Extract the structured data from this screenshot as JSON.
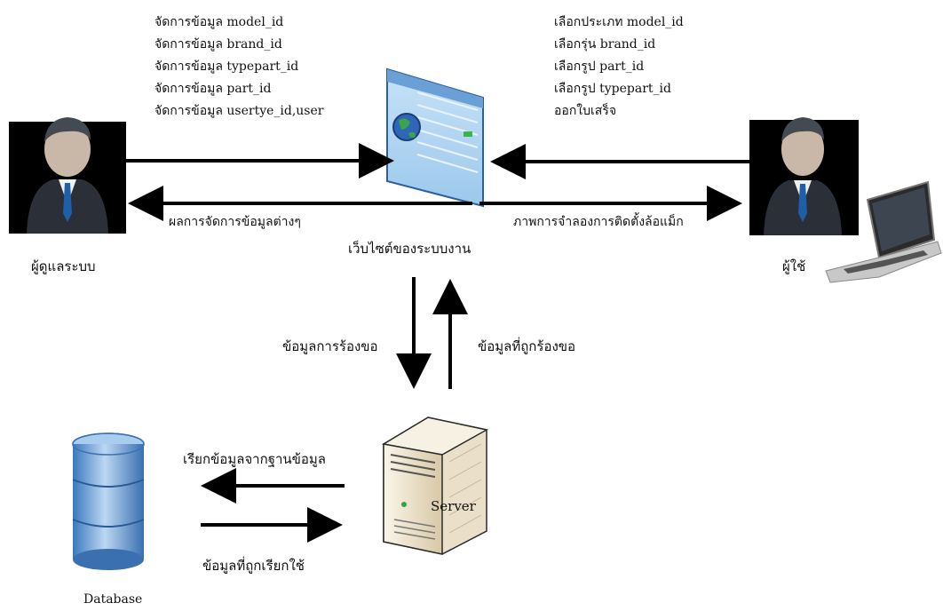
{
  "admin": {
    "label": "ผู้ดูแลระบบ",
    "actions": [
      "จัดการข้อมูล model_id",
      "จัดการข้อมูล brand_id",
      "จัดการข้อมูล typepart_id",
      "จัดการข้อมูล part_id",
      "จัดการข้อมูล usertye_id,user"
    ]
  },
  "user": {
    "label": "ผู้ใช้",
    "actions": [
      "เลือกประเภท model_id",
      "เลือกรุ่น brand_id",
      "เลือกรูป part_id",
      "เลือกรูป typepart_id",
      "ออกใบเสร็จ"
    ]
  },
  "website": {
    "label": "เว็บไซต์ของระบบงาน"
  },
  "flows": {
    "to_admin": "ผลการจัดการข้อมูลต่างๆ",
    "to_user": "ภาพการจำลองการติดตั้งล้อแม็ก",
    "request": "ข้อมูลการร้องขอ",
    "response": "ข้อมูลที่ถูกร้องขอ",
    "fetch": "เรียกข้อมูลจากฐานข้อมูล",
    "used": "ข้อมูลที่ถูกเรียกใช้"
  },
  "server": {
    "label": "Server"
  },
  "database": {
    "label": "Database"
  },
  "colors": {
    "arrow": "#000000",
    "portrait_bg": "#000000",
    "suit": "#2a2f38",
    "tie": "#1f5fa8",
    "db_blue": "#4a86c8",
    "server_beige": "#e8dcc4"
  }
}
